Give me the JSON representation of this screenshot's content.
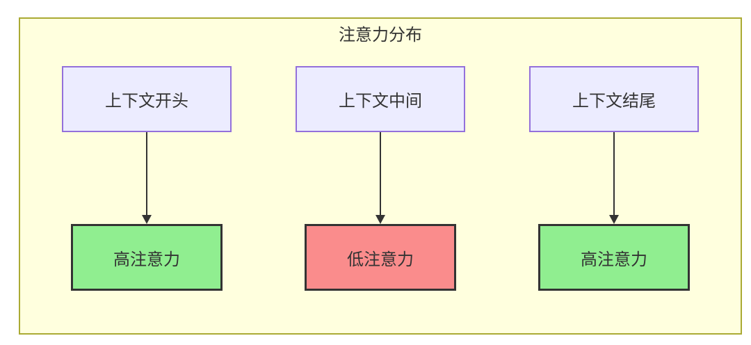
{
  "diagram": {
    "type": "flowchart",
    "title": "注意力分布",
    "columns": [
      {
        "source": "上下文开头",
        "result": "高注意力",
        "level": "high"
      },
      {
        "source": "上下文中间",
        "result": "低注意力",
        "level": "low"
      },
      {
        "source": "上下文结尾",
        "result": "高注意力",
        "level": "high"
      }
    ],
    "colors": {
      "container_fill": "#FFFFDE",
      "container_border": "#AAAA33",
      "node_fill": "#ECECFF",
      "node_border": "#9370DB",
      "high_fill": "#90EE90",
      "low_fill": "#FA8C8C",
      "arrow_color": "#333333",
      "result_border": "#333333",
      "text_color": "#333333"
    }
  }
}
